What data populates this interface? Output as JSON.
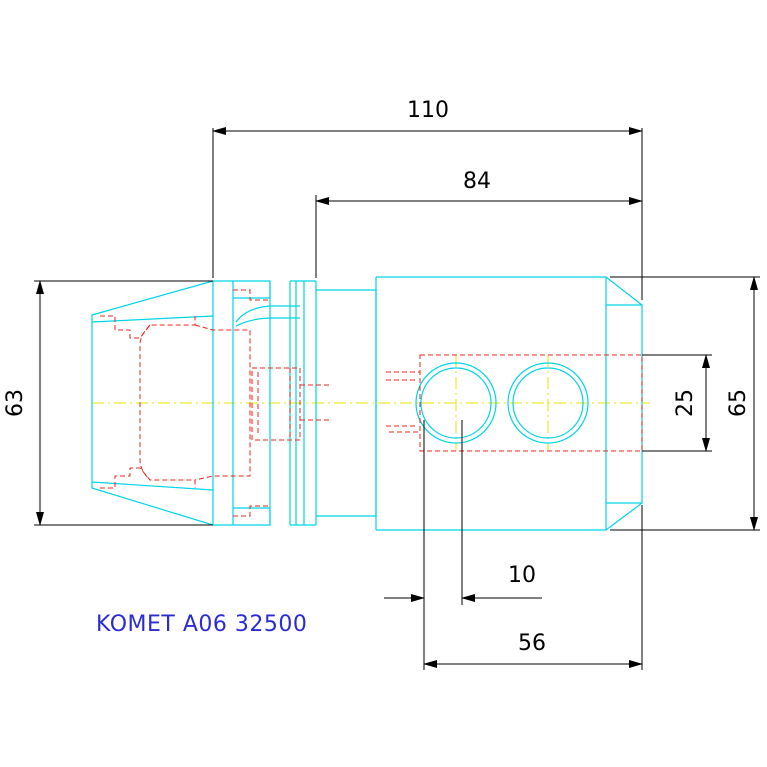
{
  "title": "KOMET A06 32500",
  "dimensions": {
    "overall_length": "110",
    "body_length": "84",
    "shank_diameter": "63",
    "body_height": "65",
    "hole_pattern_height": "25",
    "hole_offset": "10",
    "hole_span": "56"
  },
  "colors": {
    "outline": "#00d4e6",
    "hidden_lines": "#e8251b",
    "centerline": "#e4e400",
    "dimension": "#000000",
    "caption": "#2b2bd6"
  }
}
